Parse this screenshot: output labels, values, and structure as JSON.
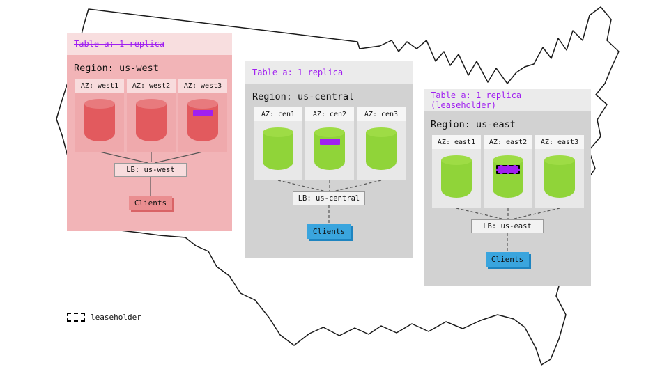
{
  "colors": {
    "accent_purple": "#A020F0",
    "west_body": "#F2B4B7",
    "west_header": "#F8DEDF",
    "west_az": "#EFA9AC",
    "west_az_header": "#F8DCDD",
    "red_cylinder": "#E25A5E",
    "red_cylinder_top": "#E87A7D",
    "gray_body": "#D2D2D2",
    "gray_header": "#EBEBEB",
    "gray_az": "#E8E8E8",
    "gray_az_header": "#F6F6F6",
    "green_cylinder": "#90D439",
    "green_cylinder_top": "#9EDC45",
    "blue_clients": "#3AA5DE",
    "blue_clients_shadow": "#1E84C0",
    "west_clients": "#EA8E90",
    "west_clients_shadow": "#D96366",
    "line": "#555555"
  },
  "legend": {
    "label": "leaseholder"
  },
  "regions": [
    {
      "table_label": "Table a: 1 replica",
      "table_struck": true,
      "region_label": "Region: us-west",
      "azs": [
        {
          "label": "AZ: west1"
        },
        {
          "label": "AZ: west2"
        },
        {
          "label": "AZ: west3"
        }
      ],
      "replica_az": "west3",
      "replica_type": "replica",
      "lb_label": "LB: us-west",
      "clients_label": "Clients"
    },
    {
      "table_label": "Table a: 1 replica",
      "table_struck": false,
      "region_label": "Region: us-central",
      "azs": [
        {
          "label": "AZ: cen1"
        },
        {
          "label": "AZ: cen2"
        },
        {
          "label": "AZ: cen3"
        }
      ],
      "replica_az": "cen2",
      "replica_type": "replica",
      "lb_label": "LB: us-central",
      "clients_label": "Clients"
    },
    {
      "table_label": "Table a: 1 replica (leaseholder)",
      "table_struck": false,
      "region_label": "Region: us-east",
      "azs": [
        {
          "label": "AZ: east1"
        },
        {
          "label": "AZ: east2"
        },
        {
          "label": "AZ: east3"
        }
      ],
      "replica_az": "east2",
      "replica_type": "leaseholder",
      "lb_label": "LB: us-east",
      "clients_label": "Clients"
    }
  ]
}
